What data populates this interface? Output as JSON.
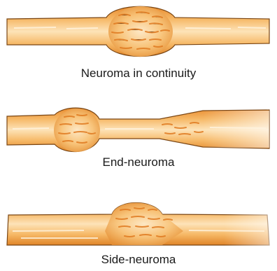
{
  "panels": [
    {
      "caption": "Neuroma in continuity"
    },
    {
      "caption": "End-neuroma"
    },
    {
      "caption": "Side-neuroma"
    }
  ],
  "colors": {
    "nerve_fill": "#f2a44a",
    "nerve_dark": "#d07a22",
    "nerve_light": "#fde3b8",
    "outline": "#6b3a10",
    "fascicle": "#e07a20"
  }
}
